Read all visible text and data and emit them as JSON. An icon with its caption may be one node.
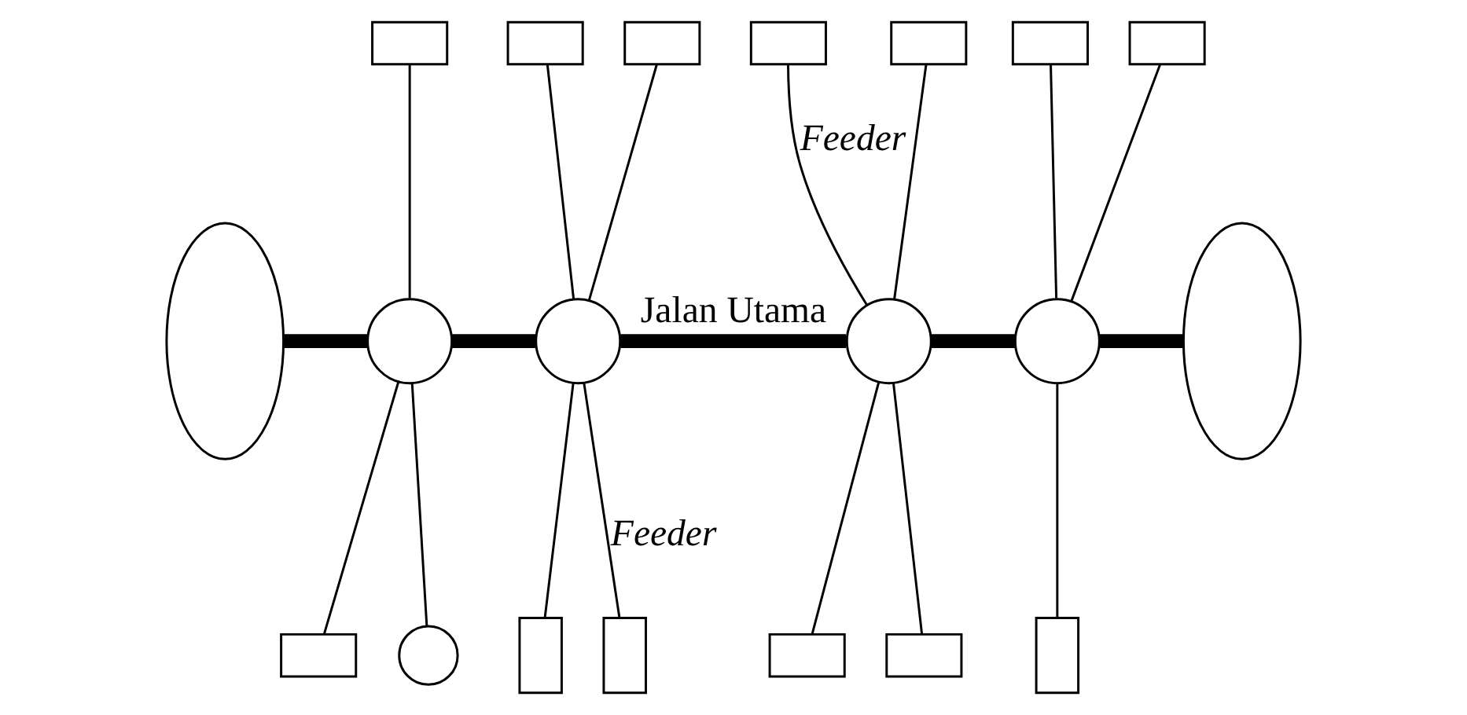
{
  "diagram": {
    "nodes": [
      {
        "text": [],
        "shape": "ellipse"
      },
      {
        "text": [],
        "shape": "circle"
      },
      {
        "text": [],
        "shape": "circle"
      },
      {
        "text": [],
        "shape": "circle"
      },
      {
        "text": [],
        "shape": "circle"
      },
      {
        "text": [],
        "shape": "ellipse"
      },
      {
        "text": [],
        "shape": "box"
      },
      {
        "text": [],
        "shape": "box"
      },
      {
        "text": [],
        "shape": "box"
      },
      {
        "text": [],
        "shape": "box"
      },
      {
        "text": [],
        "shape": "box"
      },
      {
        "text": [],
        "shape": "box"
      },
      {
        "text": [],
        "shape": "box"
      },
      {
        "text": [],
        "shape": "box"
      },
      {
        "text": [],
        "shape": "circle"
      },
      {
        "text": [],
        "shape": "box"
      },
      {
        "text": [],
        "shape": "box"
      },
      {
        "text": [],
        "shape": "box"
      },
      {
        "text": [],
        "shape": "box"
      },
      {
        "text": [],
        "shape": "box"
      }
    ],
    "edges": [
      {
        "from": 0,
        "to": 1,
        "arrow": "none",
        "style": "thick"
      },
      {
        "from": 1,
        "to": 2,
        "arrow": "none",
        "style": "thick"
      },
      {
        "from": 2,
        "to": 3,
        "arrow": "none",
        "style": "thick",
        "label": "Jalan Utama"
      },
      {
        "from": 3,
        "to": 4,
        "arrow": "none",
        "style": "thick"
      },
      {
        "from": 4,
        "to": 5,
        "arrow": "none",
        "style": "thick"
      },
      {
        "from": 6,
        "to": 1,
        "arrow": "none"
      },
      {
        "from": 7,
        "to": 2,
        "arrow": "none"
      },
      {
        "from": 8,
        "to": 2,
        "arrow": "none"
      },
      {
        "from": 9,
        "to": 3,
        "arrow": "none",
        "label": "Feeder"
      },
      {
        "from": 10,
        "to": 3,
        "arrow": "none"
      },
      {
        "from": 11,
        "to": 4,
        "arrow": "none"
      },
      {
        "from": 12,
        "to": 4,
        "arrow": "none"
      },
      {
        "from": 1,
        "to": 13,
        "arrow": "none"
      },
      {
        "from": 1,
        "to": 14,
        "arrow": "none"
      },
      {
        "from": 2,
        "to": 15,
        "arrow": "none"
      },
      {
        "from": 2,
        "to": 16,
        "arrow": "none",
        "label": "Feeder"
      },
      {
        "from": 3,
        "to": 17,
        "arrow": "none"
      },
      {
        "from": 3,
        "to": 18,
        "arrow": "none"
      },
      {
        "from": 4,
        "to": 19,
        "arrow": "none"
      }
    ]
  }
}
